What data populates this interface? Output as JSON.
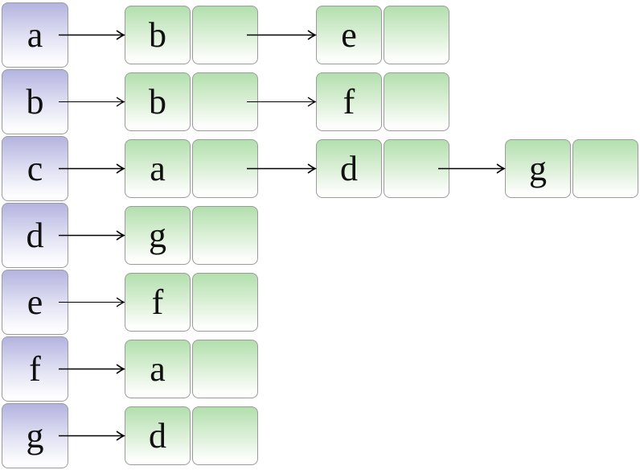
{
  "diagram": {
    "vertices": [
      {
        "id": "a",
        "neighbors": [
          "b",
          "e"
        ]
      },
      {
        "id": "b",
        "neighbors": [
          "b",
          "f"
        ]
      },
      {
        "id": "c",
        "neighbors": [
          "a",
          "d",
          "g"
        ]
      },
      {
        "id": "d",
        "neighbors": [
          "g"
        ]
      },
      {
        "id": "e",
        "neighbors": [
          "f"
        ]
      },
      {
        "id": "f",
        "neighbors": [
          "a"
        ]
      },
      {
        "id": "g",
        "neighbors": [
          "d"
        ]
      }
    ],
    "colors": {
      "vertex_top": "#b4b3e0",
      "vertex_bottom": "#fdfdff",
      "node_top": "#b2dfad",
      "node_bottom": "#fdfefc",
      "border": "#9b9b9b",
      "arrow": "#000000"
    }
  }
}
